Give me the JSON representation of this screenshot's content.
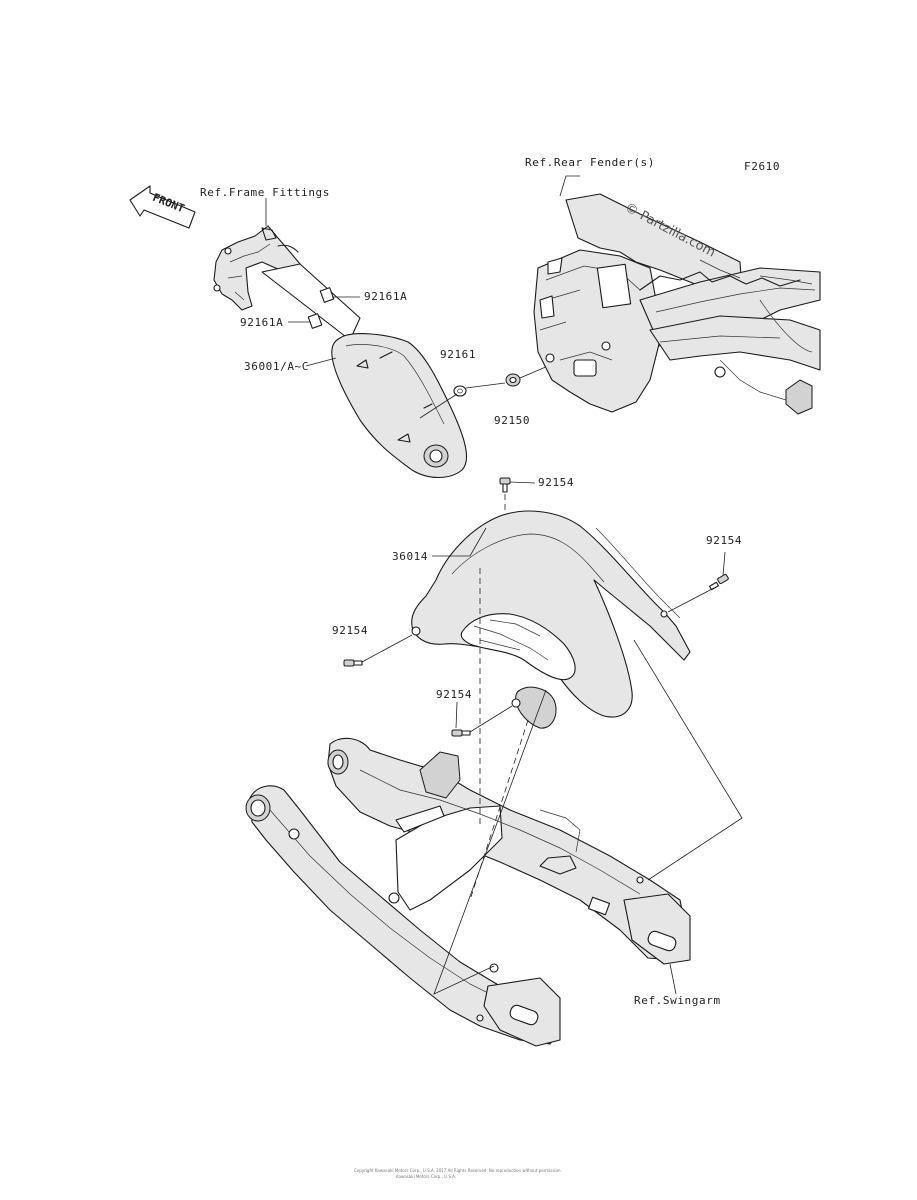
{
  "diagram": {
    "code": "F2610",
    "watermark": "© Partzilla.com",
    "direction_arrow": "FRONT",
    "footer_line1": "Copyright Kawasaki Motors Corp., U.S.A. 2017 All Rights Reserved. No reproduction without permission.",
    "footer_line2": "Kawasaki Motors Corp., U.S.A.",
    "callouts": {
      "ref_frame_fittings": "Ref.Frame Fittings",
      "ref_rear_fender": "Ref.Rear Fender(s)",
      "ref_swingarm": "Ref.Swingarm",
      "p92161a_upper": "92161A",
      "p92161a_lower": "92161A",
      "p36001": "36001/A~C",
      "p92161": "92161",
      "p92150": "92150",
      "p92154_top": "92154",
      "p36014": "36014",
      "p92154_right": "92154",
      "p92154_left": "92154",
      "p92154_center": "92154"
    }
  }
}
